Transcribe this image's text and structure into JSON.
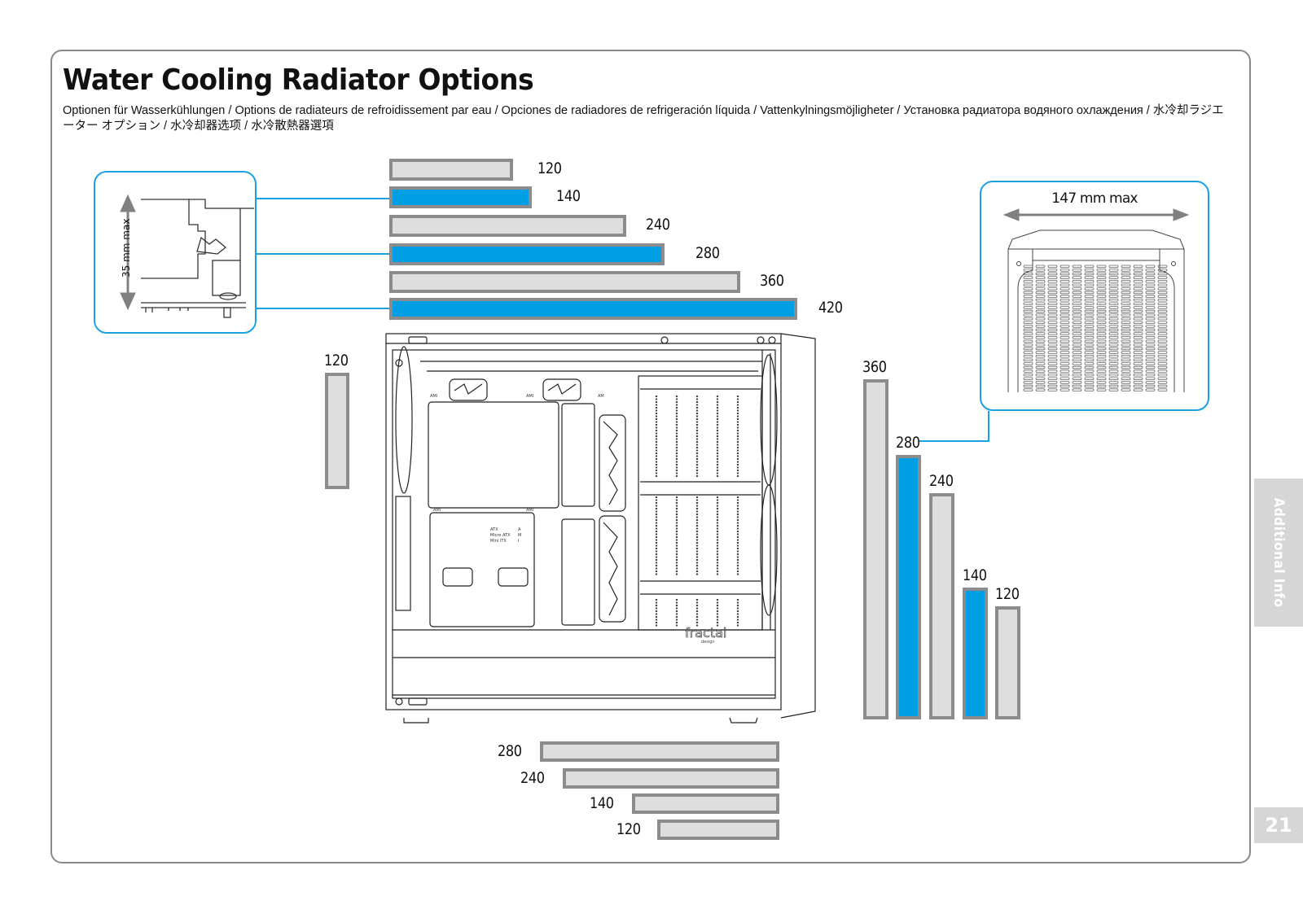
{
  "page": {
    "title": "Water Cooling Radiator Options",
    "subtitle": "Optionen für Wasserkühlungen / Options de radiateurs de refroidissement par eau / Opciones de radiadores de refrigeración líquida / Vattenkylningsmöjligheter / Установка радиатора водяного охлаждения / 水冷却ラジエーター オプション / 水冷却器选项 / 水冷散熱器選項",
    "side_tab": "Additional Info",
    "page_number": "21"
  },
  "colors": {
    "accent_blue": "#009fe3",
    "bar_fill": "#dedede",
    "bar_border": "#8c8c8c",
    "callout_border": "#1ba1e2"
  },
  "callouts": {
    "top_clearance": "35 mm max",
    "front_width": "147 mm max"
  },
  "case_drawing": {
    "brand": "fractal",
    "brand_sub": "design",
    "mb_labels": [
      "ATX",
      "Micro ATX",
      "Mini ITX"
    ],
    "mb_letters": [
      "A",
      "M",
      "I"
    ],
    "standoff_labels": [
      "AMI",
      "AMI",
      "AM",
      "AMI",
      "AMI"
    ]
  },
  "chart_data": [
    {
      "type": "bar",
      "title": "Top radiator mounting",
      "orientation": "horizontal",
      "categories": [
        "120",
        "140",
        "240",
        "280",
        "360",
        "420"
      ],
      "values": [
        120,
        140,
        240,
        280,
        360,
        420
      ],
      "highlighted": [
        false,
        true,
        false,
        true,
        false,
        true
      ],
      "unit": "mm"
    },
    {
      "type": "bar",
      "title": "Rear radiator mounting",
      "orientation": "vertical",
      "categories": [
        "120"
      ],
      "values": [
        120
      ],
      "highlighted": [
        false
      ],
      "unit": "mm"
    },
    {
      "type": "bar",
      "title": "Front radiator mounting",
      "orientation": "vertical",
      "categories": [
        "360",
        "280",
        "240",
        "140",
        "120"
      ],
      "values": [
        360,
        280,
        240,
        140,
        120
      ],
      "highlighted": [
        false,
        true,
        false,
        true,
        false
      ],
      "unit": "mm"
    },
    {
      "type": "bar",
      "title": "Bottom radiator mounting",
      "orientation": "horizontal",
      "categories": [
        "280",
        "240",
        "140",
        "120"
      ],
      "values": [
        280,
        240,
        140,
        120
      ],
      "highlighted": [
        false,
        false,
        false,
        false
      ],
      "unit": "mm"
    }
  ]
}
